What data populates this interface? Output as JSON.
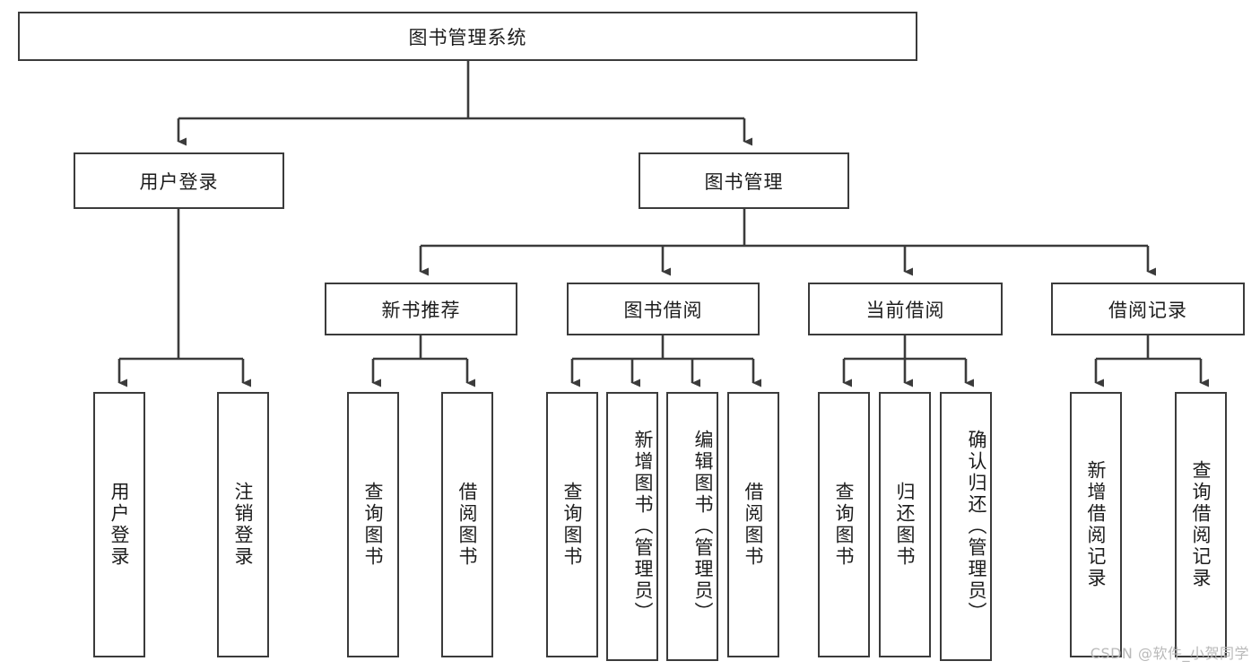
{
  "diagram": {
    "type": "tree-hierarchy",
    "title": "图书管理系统",
    "root": {
      "id": "root",
      "label": "图书管理系统",
      "orientation": "horizontal"
    },
    "level2": [
      {
        "id": "user-login",
        "label": "用户登录",
        "orientation": "horizontal"
      },
      {
        "id": "book-manage",
        "label": "图书管理",
        "orientation": "horizontal"
      }
    ],
    "level3": [
      {
        "id": "new-book-recommend",
        "label": "新书推荐",
        "orientation": "horizontal",
        "parent": "book-manage"
      },
      {
        "id": "book-borrow",
        "label": "图书借阅",
        "orientation": "horizontal",
        "parent": "book-manage"
      },
      {
        "id": "current-borrow",
        "label": "当前借阅",
        "orientation": "horizontal",
        "parent": "book-manage"
      },
      {
        "id": "borrow-record",
        "label": "借阅记录",
        "orientation": "horizontal",
        "parent": "book-manage"
      }
    ],
    "leaves": [
      {
        "id": "leaf-user-login",
        "label": "用户登录",
        "parent": "user-login"
      },
      {
        "id": "leaf-user-logout",
        "label": "注销登录",
        "parent": "user-login"
      },
      {
        "id": "leaf-query-book-1",
        "label": "查询图书",
        "parent": "new-book-recommend"
      },
      {
        "id": "leaf-borrow-book-1",
        "label": "借阅图书",
        "parent": "new-book-recommend"
      },
      {
        "id": "leaf-query-book-2",
        "label": "查询图书",
        "parent": "book-borrow"
      },
      {
        "id": "leaf-add-book",
        "label": "新增图书（管理员）",
        "parent": "book-borrow"
      },
      {
        "id": "leaf-edit-book",
        "label": "编辑图书（管理员）",
        "parent": "book-borrow"
      },
      {
        "id": "leaf-borrow-book-2",
        "label": "借阅图书",
        "parent": "book-borrow"
      },
      {
        "id": "leaf-query-book-3",
        "label": "查询图书",
        "parent": "current-borrow"
      },
      {
        "id": "leaf-return-book",
        "label": "归还图书",
        "parent": "current-borrow"
      },
      {
        "id": "leaf-confirm-return",
        "label": "确认归还（管理员）",
        "parent": "current-borrow"
      },
      {
        "id": "leaf-add-record",
        "label": "新增借阅记录",
        "parent": "borrow-record"
      },
      {
        "id": "leaf-query-record",
        "label": "查询借阅记录",
        "parent": "borrow-record"
      }
    ]
  },
  "watermark": {
    "text": "CSDN @软件_小贺同学"
  },
  "colors": {
    "background": "#ffffff",
    "box_border": "#3b3b3b",
    "box_fill": "#ffffff",
    "connector": "#3b3b3b",
    "text": "#1d1d1d",
    "watermark": "#b9b9b9"
  }
}
